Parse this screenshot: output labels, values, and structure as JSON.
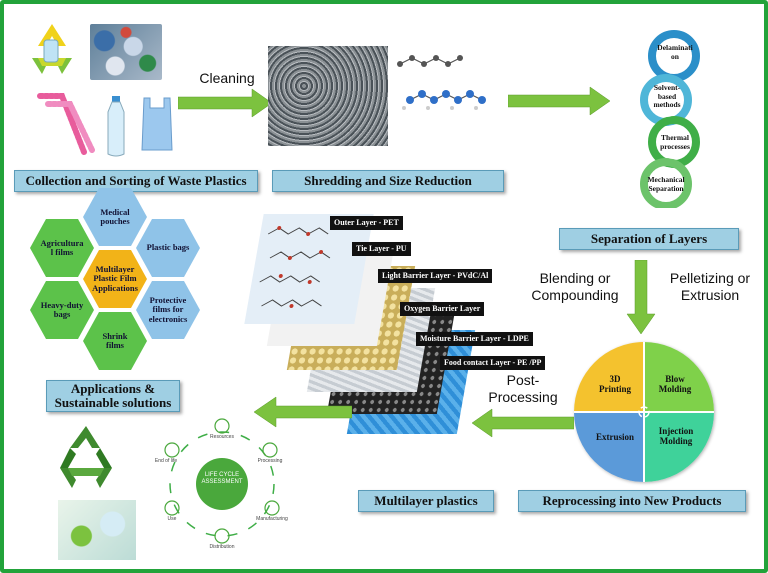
{
  "labels": {
    "collection": "Collection and Sorting of Waste Plastics",
    "shredding": "Shredding and Size Reduction",
    "separation": "Separation of Layers",
    "applications": "Applications &\nSustainable solutions",
    "multilayer": "Multilayer plastics",
    "reprocessing": "Reprocessing into New Products"
  },
  "steps": {
    "cleaning": "Cleaning",
    "blending": "Blending or\nCompounding",
    "pelletizing": "Pelletizing or\nExtrusion",
    "post_processing": "Post-\nProcessing"
  },
  "separation_methods": [
    "Delaminati\non",
    "Solvent-\nbased\nmethods",
    "Thermal\nprocesses",
    "Mechanical\nSeparation"
  ],
  "hexagons": {
    "center": "Multilayer\nPlastic Film\nApplications",
    "items": [
      "Medical\npouches",
      "Plastic bags",
      "Protective\nfilms for\nelectronics",
      "Shrink\nfilms",
      "Heavy-duty\nbags",
      "Agricultura\nl films"
    ]
  },
  "layers": [
    "Outer Layer - PET",
    "Tie Layer - PU",
    "Light Barrier Layer - PVdC/Al",
    "Oxygen Barrier Layer",
    "Moisture Barrier Layer - LDPE",
    "Food contact Layer - PE /PP"
  ],
  "products": [
    "3D\nPrinting",
    "Blow\nMolding",
    "Extrusion",
    "Injection\nMolding"
  ],
  "lca": {
    "center": "LIFE CYCLE\nASSESSMENT",
    "stages": [
      "Resources",
      "Processing",
      "Manufacturing",
      "Distribution",
      "Use",
      "End of life"
    ]
  },
  "colors": {
    "border": "#22a33a",
    "arrow": "#7cc23f",
    "label_bg": "#9fcfe3",
    "hex_blue": "#8fc3e8",
    "hex_green": "#5cc24a",
    "hex_center": "#f2b318",
    "q_yellow": "#f4c22e",
    "q_green": "#7fd14a",
    "q_blue": "#5b9ad9",
    "q_teal": "#3fd29a"
  }
}
